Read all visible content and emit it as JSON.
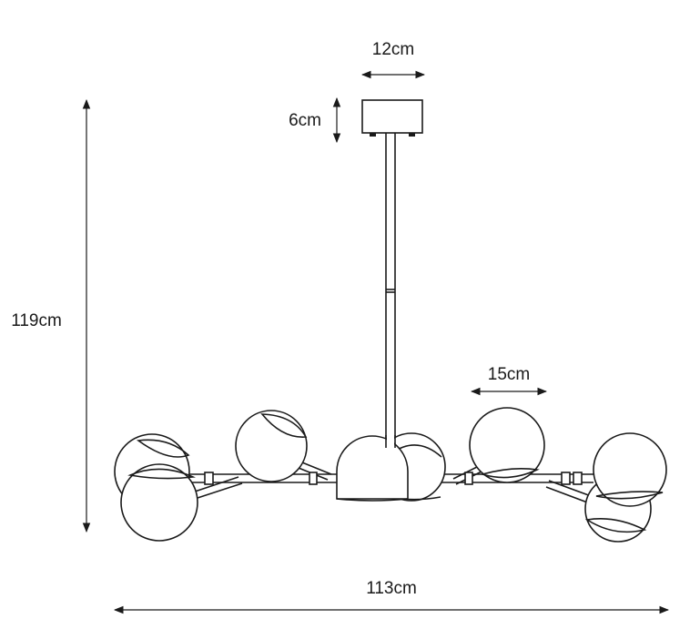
{
  "dimensions": {
    "canopy_width": "12cm",
    "canopy_height": "6cm",
    "total_height": "119cm",
    "shade_diameter": "15cm",
    "total_width": "113cm"
  },
  "colors": {
    "line": "#1a1a1a",
    "background": "#ffffff"
  }
}
